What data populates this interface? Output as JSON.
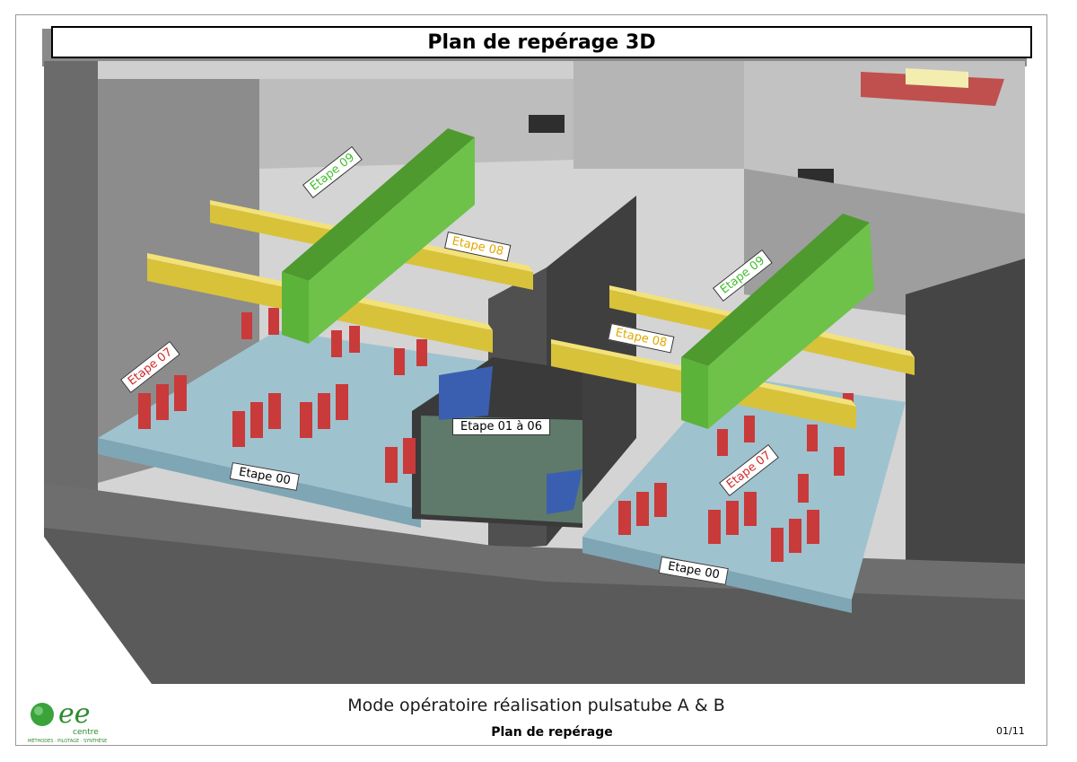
{
  "page_title": "Plan de repérage 3D",
  "labels": {
    "etape09_left": "Etape 09",
    "etape09_right": "Etape 09",
    "etape08_left": "Etape 08",
    "etape08_right": "Etape 08",
    "etape07_left": "Etape 07",
    "etape07_right": "Etape 07",
    "etape01_06": "Etape 01 à 06",
    "etape00_left": "Etape 00",
    "etape00_right": "Etape 00"
  },
  "footer": {
    "title": "Mode opératoire réalisation pulsatube A & B",
    "subtitle": "Plan de repérage",
    "page": "01/11"
  },
  "logo": {
    "brand": "ee",
    "name": "centre",
    "tagline": "MÉTHODES · PILOTAGE · SYNTHÈSE"
  },
  "colors": {
    "green_step": "#5cbf3a",
    "yellow_step": "#e6b800",
    "red_step": "#cc2a2a",
    "tray": "#8fb8c8"
  }
}
